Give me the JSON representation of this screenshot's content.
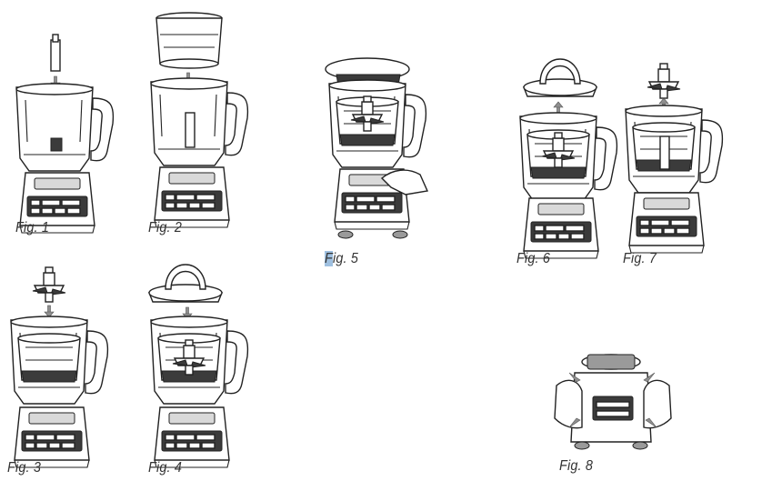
{
  "figures": [
    {
      "id": "fig1",
      "label": "Fig. 1"
    },
    {
      "id": "fig2",
      "label": "Fig. 2"
    },
    {
      "id": "fig3",
      "label": "Fig. 3"
    },
    {
      "id": "fig4",
      "label": "Fig. 4"
    },
    {
      "id": "fig5",
      "label_highlight": "F",
      "label_rest": "ig. 5"
    },
    {
      "id": "fig6",
      "label": "Fig. 6"
    },
    {
      "id": "fig7",
      "label": "Fig. 7"
    },
    {
      "id": "fig8",
      "label": "Fig. 8"
    }
  ],
  "colors": {
    "line": "#222222",
    "text": "#333333",
    "selection": "#9fc0e0",
    "arrow": "#8f8f8f"
  }
}
